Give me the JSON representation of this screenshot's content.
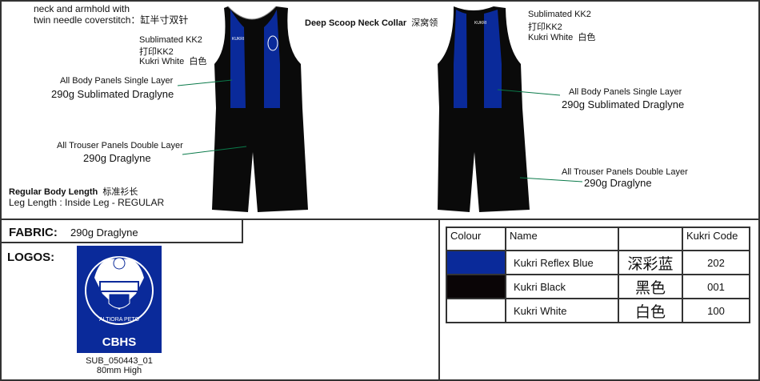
{
  "annotations": {
    "coverstitch_line1": "neck and armhold with",
    "coverstitch_line2": "twin needle coverstitch",
    "coverstitch_cn": "：缸半寸双针",
    "front_print_1": "Sublimated KK2",
    "front_print_2": "打印KK2",
    "front_print_3": "Kukri White",
    "front_print_3_cn": "白色",
    "front_body_1": "All Body Panels Single Layer",
    "front_body_2": "290g Sublimated Draglyne",
    "front_trouser_1": "All Trouser Panels Double Layer",
    "front_trouser_2": "290g Draglyne",
    "body_length": "Regular Body Length",
    "body_length_cn": "标准衫长",
    "leg_length": "Leg Length : Inside Leg - REGULAR",
    "collar": "Deep Scoop Neck Collar",
    "collar_cn": "深窝领",
    "back_print_1": "Sublimated KK2",
    "back_print_2": "打印KK2",
    "back_print_3": "Kukri White",
    "back_print_3_cn": "白色",
    "back_body_1": "All Body Panels Single Layer",
    "back_body_2": "290g Sublimated Draglyne",
    "back_trouser_1": "All Trouser Panels Double Layer",
    "back_trouser_2": "290g Draglyne"
  },
  "fabric": {
    "label": "FABRIC:",
    "value": "290g Draglyne"
  },
  "logos": {
    "label": "LOGOS:",
    "code": "SUB_050443_01",
    "size": "80mm High",
    "logo_text": "CBHS",
    "motto": "ALTIORA PETO"
  },
  "colour_table": {
    "headers": [
      "Colour",
      "Name",
      "",
      "Kukri Code"
    ],
    "rows": [
      {
        "swatch": "#0a2a9a",
        "name": "Kukri Reflex Blue",
        "cn": "深彩蓝",
        "code": "202"
      },
      {
        "swatch": "#0a0506",
        "name": "Kukri Black",
        "cn": "黑色",
        "code": "001"
      },
      {
        "swatch": "#ffffff",
        "name": "Kukri White",
        "cn": "白色",
        "code": "100"
      }
    ]
  },
  "colors": {
    "blue": "#0a2a9a",
    "black": "#0a0a0a",
    "leader": "#0a7a4a"
  }
}
